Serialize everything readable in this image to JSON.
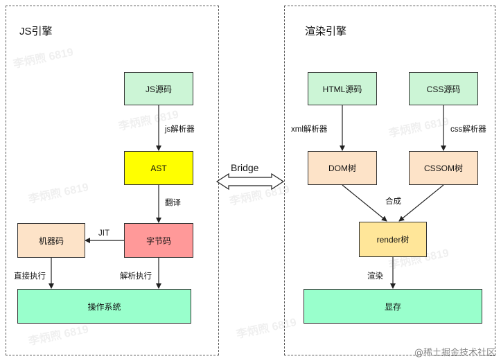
{
  "js_engine": {
    "title": "JS引擎",
    "nodes": {
      "js_source": "JS源码",
      "ast": "AST",
      "bytecode": "字节码",
      "machine_code": "机器码",
      "os": "操作系统"
    },
    "edges": {
      "js_parser": "js解析器",
      "translate": "翻译",
      "jit": "JIT",
      "direct_exec": "直接执行",
      "interpret_exec": "解析执行"
    }
  },
  "bridge": {
    "label": "Bridge"
  },
  "render_engine": {
    "title": "渲染引擎",
    "nodes": {
      "html_source": "HTML源码",
      "css_source": "CSS源码",
      "dom_tree": "DOM树",
      "cssom_tree": "CSSOM树",
      "render_tree": "render树",
      "display": "显存"
    },
    "edges": {
      "xml_parser": "xml解析器",
      "css_parser": "css解析器",
      "merge": "合成",
      "render": "渲染"
    }
  },
  "colors": {
    "green": "#ccf5d6",
    "yellow": "#ffff00",
    "red": "#ff9999",
    "peach": "#fde3c8",
    "gold": "#ffe699",
    "mint": "#99ffcc"
  },
  "watermark": "李炳煦 6819",
  "credit": "@稀土掘金技术社区"
}
